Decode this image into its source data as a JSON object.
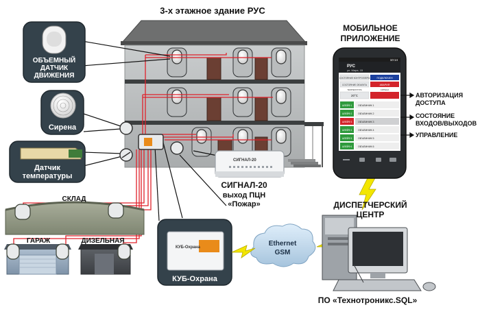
{
  "title": "3-х этажное здание РУС",
  "mobile": {
    "heading_line1": "МОБИЛЬНОЕ",
    "heading_line2": "ПРИЛОЖЕНИЕ",
    "app_title": "РУС",
    "app_subtitle": "ул. Мира, 15",
    "status_time": "10:14",
    "tab_state": "СОСТОЯНИЕ КОНТРОЛЛЕРА",
    "tab_connected": "ПОДКЛЮЧЕН",
    "tab_objects": "СОСТОЯНИЕ ОБЪЕКТА",
    "tab_alarm": "АВАРИЯ",
    "col_temp": "ТЕМПЕРАТУРА",
    "col_siren": "СИРЕНА",
    "temp_value": "20°C",
    "zones": [
      {
        "state": "ШЛЕЙФ 1",
        "name": "ОБЪЕМНИК 1"
      },
      {
        "state": "ШЛЕЙФ 2",
        "name": "ОБЪЕМНИК 2"
      },
      {
        "state": "ШЛЕЙФ 3",
        "name": "ОБЪЕМНИК 3"
      },
      {
        "state": "ШЛЕЙФ 4",
        "name": "ОБЪЕМНИК 4"
      },
      {
        "state": "ШЛЕЙФ 5",
        "name": "ОБЪЕМНИК 5"
      },
      {
        "state": "ШЛЕЙФ 6",
        "name": "ОБЪЕМНИК 6"
      }
    ],
    "features": [
      "АВТОРИЗАЦИЯ",
      "ДОСТУПА",
      "СОСТОЯНИЕ",
      "ВХОДОВ/ВЫХОДОВ",
      "УПРАВЛЕНИЕ"
    ]
  },
  "callouts": {
    "motion_line1": "ОБЪЕМНЫЙ",
    "motion_line2": "ДАТЧИК",
    "motion_line3": "ДВИЖЕНИЯ",
    "siren": "Сирена",
    "temp_line1": "Датчик",
    "temp_line2": "температуры",
    "kub": "КУБ-Охрана",
    "kub_device": "КУБ-Охрана"
  },
  "buildings": {
    "warehouse": "СКЛАД",
    "garage": "ГАРАЖ",
    "diesel": "ДИЗЕЛЬНАЯ"
  },
  "signal": {
    "line1": "СИГНАЛ-20",
    "line2": "выход ПЦН",
    "line3": "«Пожар»",
    "device_label": "СИГНАЛ-20"
  },
  "network": {
    "line1": "Ethernet",
    "line2": "GSM"
  },
  "dispatch": {
    "line1": "ДИСПЕТЧЕРСКИЙ",
    "line2": "ЦЕНТР",
    "software": "ПО «Технотроникс.SQL»"
  },
  "colors": {
    "wall": "#b9bcbd",
    "roof": "#6e6f6f",
    "floor_band": "#3c3f40",
    "door": "#6b3f33",
    "wire": "#e0202a",
    "label_bg": "#34424b",
    "bolt": "#f3e600",
    "orange": "#e98b1a"
  }
}
